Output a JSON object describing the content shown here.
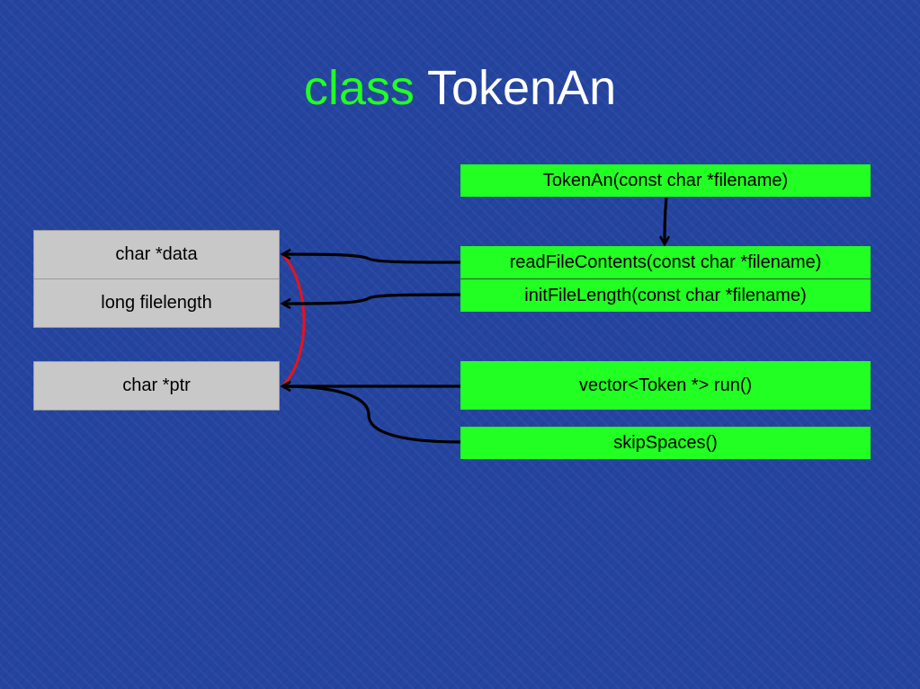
{
  "title": {
    "keyword": "class",
    "name": "TokenAn"
  },
  "fields": [
    {
      "label": "char *data"
    },
    {
      "label": "long filelength"
    },
    {
      "label": "char *ptr"
    }
  ],
  "methods": [
    {
      "label": "TokenAn(const char *filename)"
    },
    {
      "label": "readFileContents(const char *filename)"
    },
    {
      "label": "initFileLength(const char *filename)"
    },
    {
      "label": "vector<Token *> run()"
    },
    {
      "label": "skipSpaces()"
    }
  ],
  "colors": {
    "background": "#2444a0",
    "method_box": "#22ff22",
    "field_box": "#c8c8c8",
    "keyword": "#22ff22",
    "arrow": "#000000",
    "bracket": "#e8121c"
  }
}
